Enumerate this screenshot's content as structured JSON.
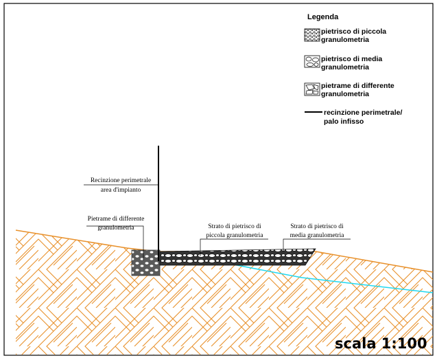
{
  "legend": {
    "title": "Legenda",
    "items": [
      {
        "icon": "fine-gravel-swatch-icon",
        "lines": [
          "pietrisco di piccola",
          "granulometria"
        ]
      },
      {
        "icon": "medium-gravel-swatch-icon",
        "lines": [
          "pietrisco di media",
          "granulometria"
        ]
      },
      {
        "icon": "stone-swatch-icon",
        "lines": [
          "pietrame di differente",
          "granulometria"
        ]
      },
      {
        "icon": "fence-line-icon",
        "lines": [
          "recinzione perimetrale/",
          "palo infisso"
        ]
      }
    ]
  },
  "annotations": {
    "fence": [
      "Recinzione perimetrale",
      "area d'impianto"
    ],
    "stone": [
      "Pietrame di differente",
      "granulometria"
    ],
    "fine_layer": [
      "Strato di pietrisco di",
      "piccola granulometria"
    ],
    "medium_layer": [
      "Strato di pietrisco di",
      "media granulometria"
    ]
  },
  "scale_label": "scala 1:100",
  "colors": {
    "soil_stroke": "#e8902a",
    "water_line": "#20d8f0",
    "gravel_fill": "#5a5a5a",
    "frame": "#000000"
  }
}
